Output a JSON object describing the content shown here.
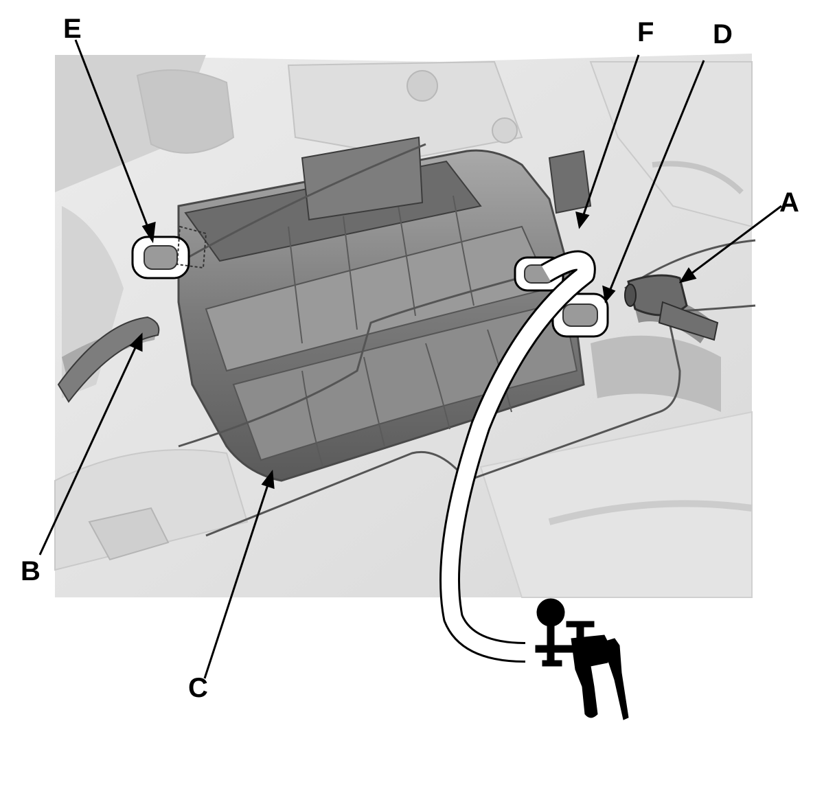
{
  "callouts": [
    {
      "id": "A",
      "text": "A",
      "part": "hose-connector"
    },
    {
      "id": "B",
      "text": "B",
      "part": "vent-tube-end"
    },
    {
      "id": "C",
      "text": "C",
      "part": "evap-canister"
    },
    {
      "id": "D",
      "text": "D",
      "part": "purge-port"
    },
    {
      "id": "E",
      "text": "E",
      "part": "drain-port"
    },
    {
      "id": "F",
      "text": "F",
      "part": "vent-port"
    }
  ],
  "tool": {
    "name": "hand-vacuum-pump",
    "icon": "vacuum-pump-icon"
  },
  "colors": {
    "line": "#000000",
    "background": "#ffffff",
    "scene": "#e6e6e6",
    "canister": "#8a8a8a"
  }
}
